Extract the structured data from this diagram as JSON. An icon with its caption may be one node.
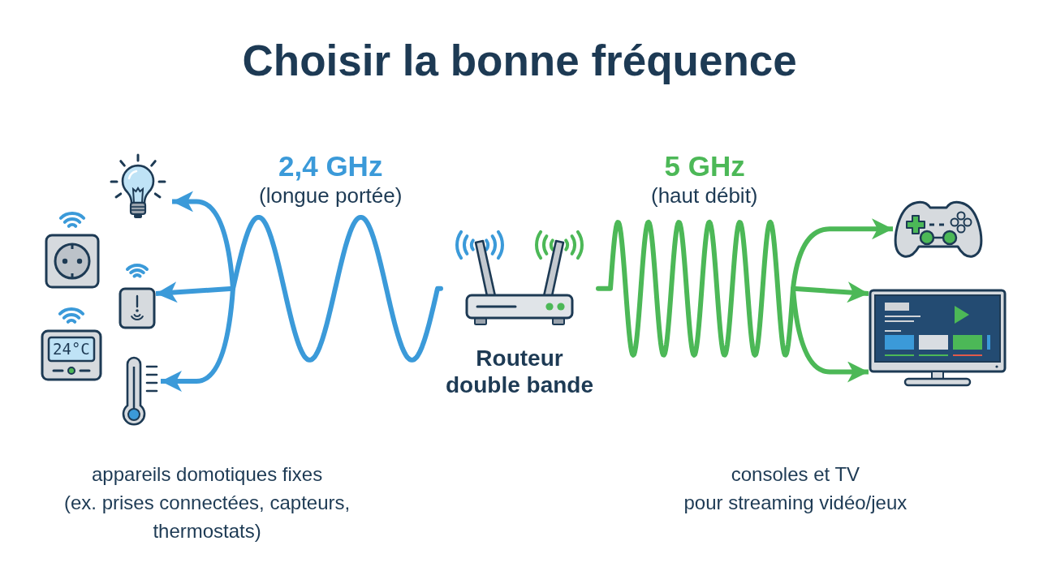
{
  "diagram": {
    "title": "Choisir la bonne fréquence",
    "nodes": [
      {
        "text": [],
        "shape": "picture"
      },
      {
        "text": [],
        "shape": "picture"
      },
      {
        "text": [],
        "shape": "picture"
      },
      {
        "text": [
          "24°C"
        ]
      },
      {
        "text": [],
        "shape": "picture"
      },
      {
        "text": [
          "Routeur double bande"
        ]
      },
      {
        "text": [],
        "shape": "picture"
      },
      {
        "text": [],
        "shape": "picture"
      }
    ],
    "edges": [
      {
        "from": 5,
        "to": 0,
        "arrow": "to",
        "color": "#3b9ad9"
      },
      {
        "from": 5,
        "to": 2,
        "arrow": "to",
        "color": "#3b9ad9"
      },
      {
        "from": 5,
        "to": 4,
        "arrow": "to",
        "color": "#3b9ad9"
      },
      {
        "from": 5,
        "to": 6,
        "arrow": "to",
        "color": "#4cb857"
      },
      {
        "from": 5,
        "to": 7,
        "arrow": "to",
        "color": "#4cb857"
      },
      {
        "from": 5,
        "to": 7,
        "arrow": "to",
        "color": "#4cb857"
      }
    ],
    "labels": [
      "2,4 GHz",
      "(longue portée)",
      "5 GHz",
      "(haut débit)",
      "appareils domotiques fixes (ex. prises connectées, capteurs, thermostats)",
      "consoles et TV pour streaming vidéo/jeux"
    ]
  }
}
